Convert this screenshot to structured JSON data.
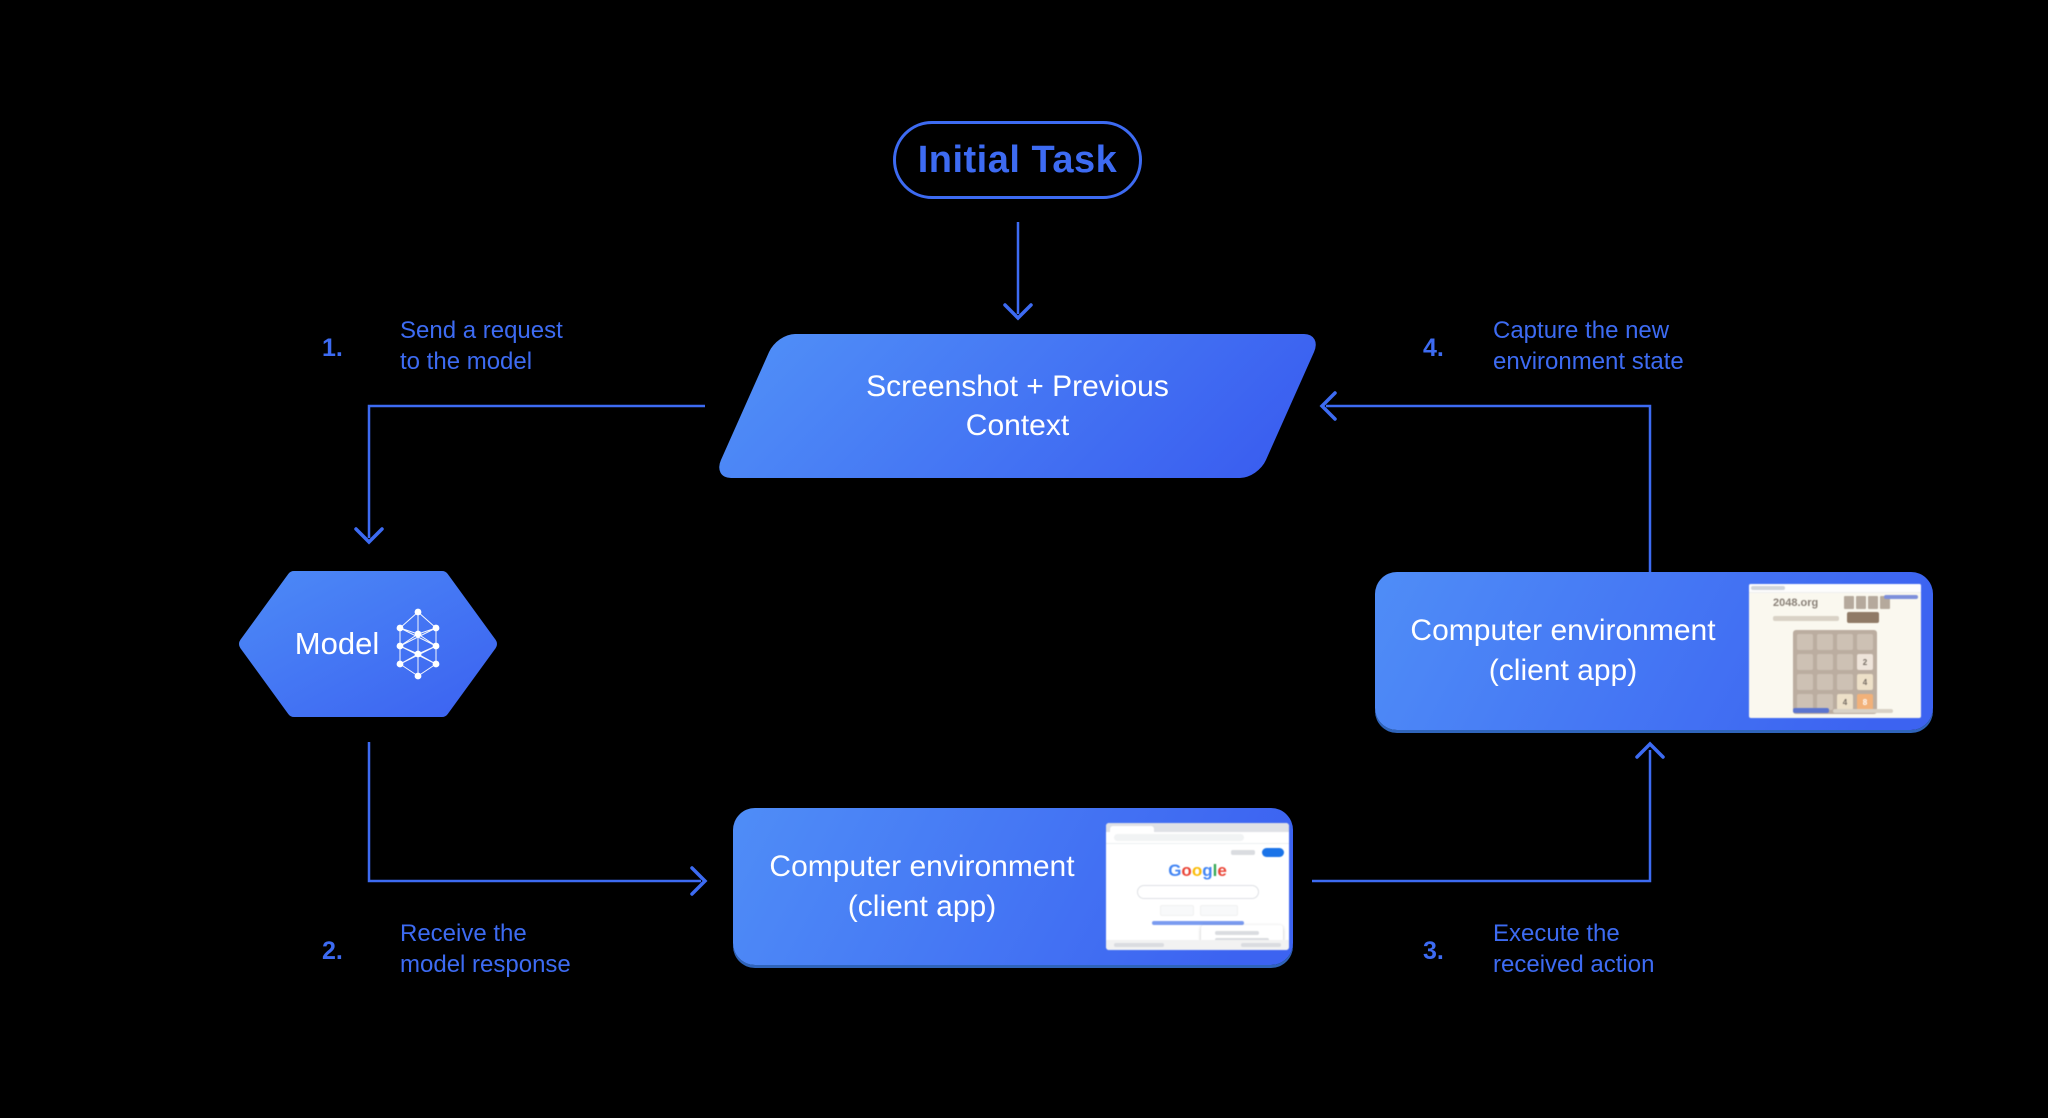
{
  "colors": {
    "background": "#000000",
    "accent_blue": "#3D6BF2",
    "shape_gradient_start": "#4F8DF7",
    "shape_gradient_end": "#3A5EF0",
    "shape_text": "#FFFFFF"
  },
  "nodes": {
    "initial_task": {
      "label": "Initial Task"
    },
    "screenshot_context": {
      "line1": "Screenshot + Previous",
      "line2": "Context"
    },
    "model": {
      "label": "Model",
      "icon": "neural-network-icon"
    },
    "env_bottom": {
      "line1": "Computer environment",
      "line2": "(client app)",
      "thumbnail": "google-search-page"
    },
    "env_right": {
      "line1": "Computer environment",
      "line2": "(client app)",
      "thumbnail": "2048-game-page"
    }
  },
  "steps": [
    {
      "number": "1.",
      "line1": "Send a request",
      "line2": "to the model"
    },
    {
      "number": "2.",
      "line1": "Receive the",
      "line2": "model response"
    },
    {
      "number": "3.",
      "line1": "Execute the",
      "line2": "received action"
    },
    {
      "number": "4.",
      "line1": "Capture the new",
      "line2": "environment state"
    }
  ],
  "thumbnails": {
    "google": {
      "logo": "Google"
    },
    "game2048": {
      "title": "2048.org",
      "tiles": [
        "2",
        "4",
        "4",
        "8"
      ]
    }
  }
}
